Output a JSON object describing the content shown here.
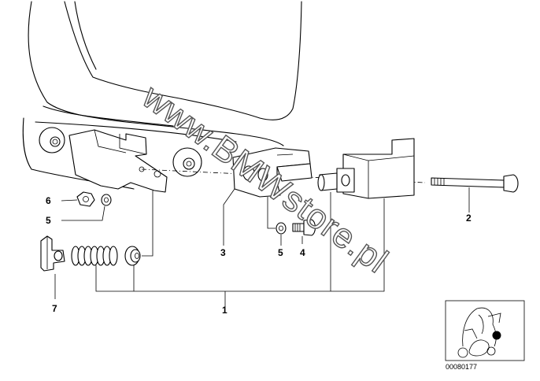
{
  "callouts": {
    "c1": "1",
    "c2": "2",
    "c3": "3",
    "c4": "4",
    "c5a": "5",
    "c5b": "5",
    "c6": "6",
    "c7": "7"
  },
  "watermark": "www.BMWstore.pl",
  "reference_number": "00080177",
  "thumbnail": {
    "marker_color": "#000000"
  }
}
